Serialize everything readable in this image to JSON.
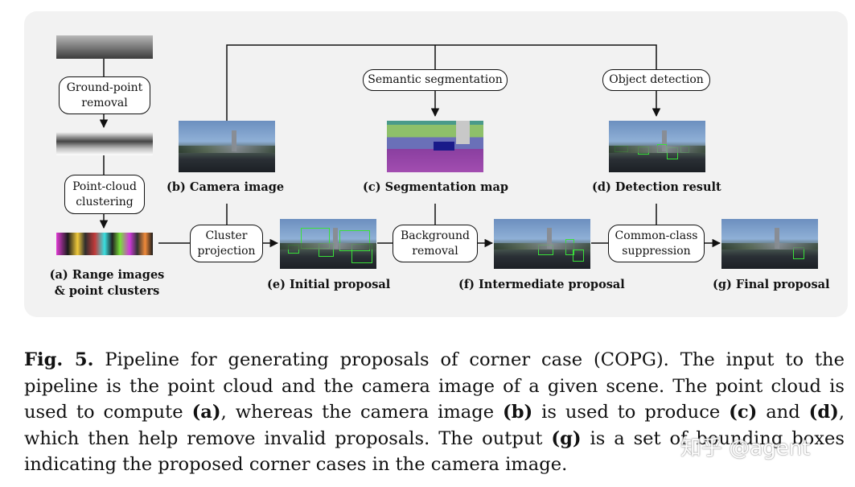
{
  "nodes": {
    "ground_point_removal": "Ground-point\nremoval",
    "point_cloud_clustering": "Point-cloud\nclustering",
    "semantic_segmentation": "Semantic segmentation",
    "object_detection": "Object detection",
    "cluster_projection": "Cluster\nprojection",
    "background_removal": "Background\nremoval",
    "common_class_suppression": "Common-class\nsuppression"
  },
  "labels": {
    "a": "(a) Range images\n& point clusters",
    "b": "(b) Camera image",
    "c": "(c) Segmentation map",
    "d": "(d) Detection result",
    "e": "(e) Initial proposal",
    "f": "(f) Intermediate proposal",
    "g": "(g) Final proposal"
  },
  "caption": {
    "fig": "Fig. 5.",
    "text_1": " Pipeline for generating proposals of corner case (COPG). The input to the pipeline is the point cloud and the camera image of a given scene. The point cloud is used to compute ",
    "ref_a": "(a)",
    "text_2": ", whereas the camera image ",
    "ref_b": "(b)",
    "text_3": " is used to produce ",
    "ref_c": "(c)",
    "text_4": " and ",
    "ref_d": "(d)",
    "text_5": ", which then help remove invalid proposals. The output ",
    "ref_g": "(g)",
    "text_6": " is a set of bounding boxes indicating the proposed corner cases in the camera image."
  },
  "watermark": "知乎 @agent"
}
